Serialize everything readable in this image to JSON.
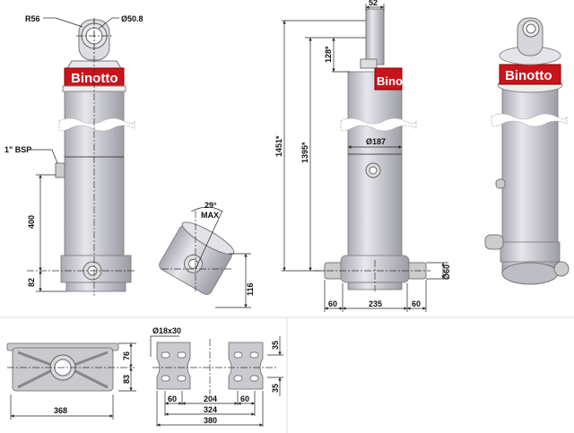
{
  "brand": "Binotto",
  "colors": {
    "brand_red": "#c8141c",
    "metal": "#c8c8d0",
    "line": "#222222"
  },
  "front_view": {
    "head_radius": "R56",
    "eye_diameter": "Ø50.8",
    "port": "1\" BSP",
    "port_height": "400",
    "base_height": "82"
  },
  "tilted_view": {
    "angle": "29°",
    "angle_note": "MAX",
    "height": "116"
  },
  "side_view": {
    "rod_width": "52",
    "total_length": "1451*",
    "closed_length": "1395*",
    "head_length": "128*",
    "body_diameter": "Ø187",
    "pin_diameter": "Ø60",
    "pin_left": "60",
    "body_width": "235",
    "pin_right": "60"
  },
  "mount_plate": {
    "width": "368",
    "upper": "76",
    "lower": "83"
  },
  "brackets": {
    "hole": "Ø18x30",
    "top_offset": "35",
    "bottom_offset": "35",
    "left_block": "60",
    "gap": "204",
    "right_block": "60",
    "hole_span": "324",
    "overall": "380"
  }
}
